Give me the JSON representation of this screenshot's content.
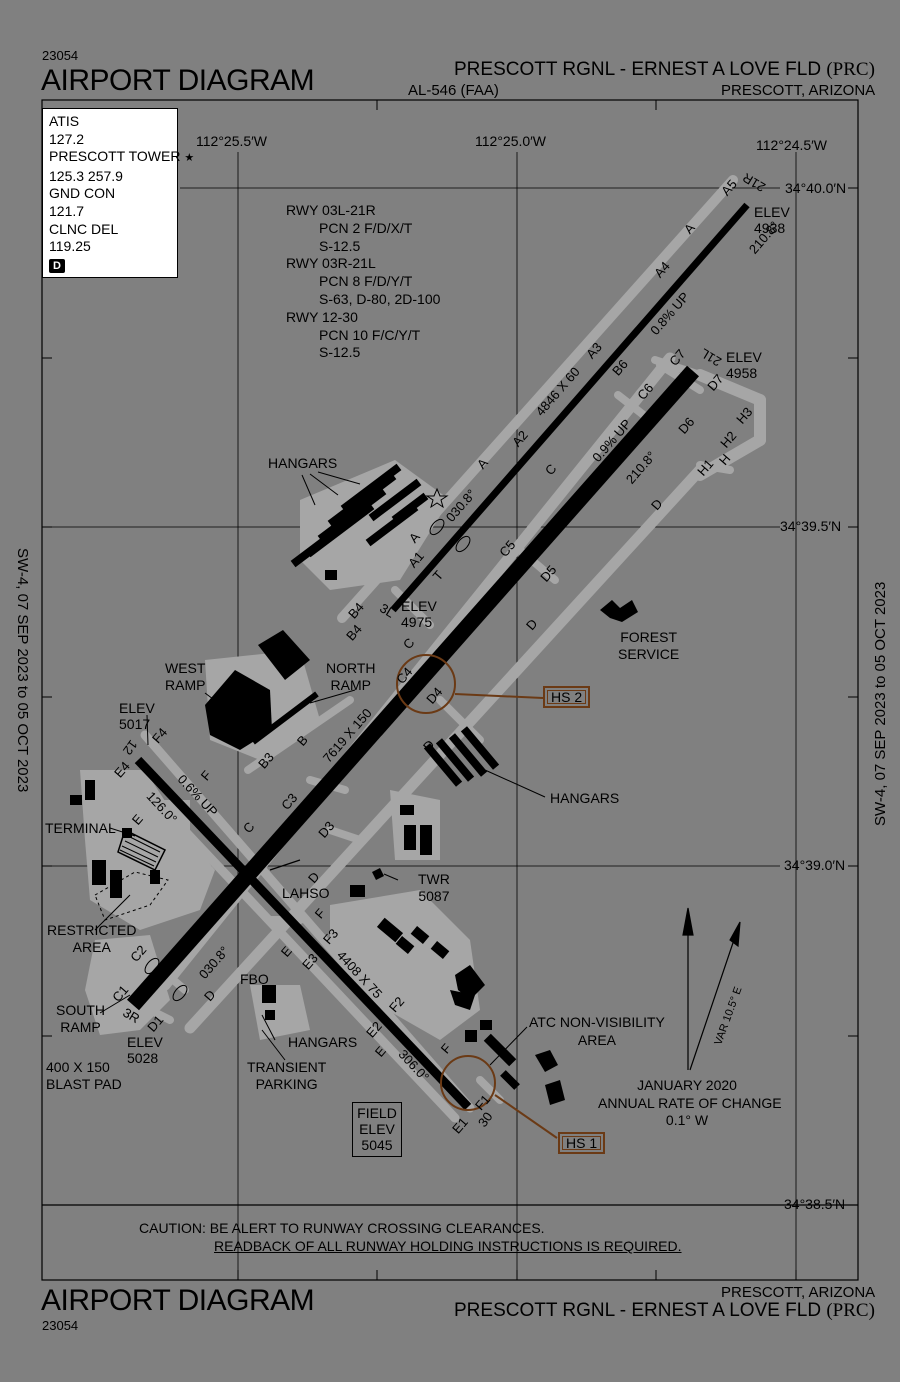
{
  "header": {
    "procedure_number": "23054",
    "diagram_title": "AIRPORT DIAGRAM",
    "airport_name": "PRESCOTT RGNL - ERNEST A LOVE FLD",
    "airport_id": "(PRC)",
    "al_number": "AL-546 (FAA)",
    "location": "PRESCOTT, ARIZONA"
  },
  "footer": {
    "procedure_number": "23054",
    "diagram_title": "AIRPORT DIAGRAM",
    "airport_name": "PRESCOTT RGNL - ERNEST A LOVE FLD",
    "airport_id": "(PRC)",
    "location": "PRESCOTT, ARIZONA"
  },
  "side_text": {
    "left": "SW-4, 07 SEP 2023  to  05 OCT 2023",
    "right": "SW-4, 07 SEP 2023  to  05 OCT 2023"
  },
  "frequencies": {
    "atis_label": "ATIS",
    "atis": "127.2",
    "tower_label": "PRESCOTT TOWER",
    "tower_star": "★",
    "tower": "125.3  257.9",
    "gnd_label": "GND CON",
    "gnd": "121.7",
    "clnc_label": "CLNC DEL",
    "clnc": "119.25",
    "badge": "D"
  },
  "coordinates": {
    "lon_1": "112°25.5′W",
    "lon_2": "112°25.0′W",
    "lon_3": "112°24.5′W",
    "lat_1": "34°40.0′N",
    "lat_2": "34°39.5′N",
    "lat_3": "34°39.0′N",
    "lat_4": "34°38.5′N"
  },
  "runway_info": {
    "r1_name": "RWY 03L-21R",
    "r1_pcn": "PCN 2 F/D/X/T",
    "r1_s": "S-12.5",
    "r2_name": "RWY 03R-21L",
    "r2_pcn": "PCN 8 F/D/Y/T",
    "r2_s": "S-63, D-80, 2D-100",
    "r3_name": "RWY 12-30",
    "r3_pcn": "PCN 10 F/C/Y/T",
    "r3_s": "S-12.5"
  },
  "runways": {
    "r21r": "21R",
    "r21l": "21L",
    "r3l": "3L",
    "r3r": "3R",
    "r12": "12",
    "r30": "30",
    "dim_03l": "4846 X 60",
    "dim_03r": "7619 X 150",
    "dim_12": "4408 X 75",
    "hdg_a": "210.8°",
    "hdg_b": "210.8°",
    "hdg_c": "030.8°",
    "hdg_d": "030.8°",
    "hdg_e": "126.0°",
    "hdg_f": "306.0°",
    "slope_a": "0.8% UP",
    "slope_b": "0.9% UP",
    "slope_c": "0.6% UP"
  },
  "elevations": {
    "elev_word": "ELEV",
    "e4938": "4938",
    "e4958": "4958",
    "e4975": "4975",
    "e5017": "5017",
    "e5028": "5028",
    "field_elev_1": "FIELD",
    "field_elev_2": "ELEV",
    "field_elev_3": "5045"
  },
  "taxiways": {
    "A": "A",
    "A1": "A1",
    "A2": "A2",
    "A3": "A3",
    "A4": "A4",
    "A5": "A5",
    "B": "B",
    "B3": "B3",
    "B4": "B4",
    "B4b": "B4",
    "B6": "B6",
    "C": "C",
    "Cb": "C",
    "Cc": "C",
    "Cd": "C",
    "C1": "C1",
    "C2": "C2",
    "C3": "C3",
    "C4": "C4",
    "C5": "C5",
    "C6": "C6",
    "C7": "C7",
    "D": "D",
    "Db": "D",
    "Dc": "D",
    "Dd": "D",
    "De": "D",
    "D1": "D1",
    "D3": "D3",
    "D4": "D4",
    "D5": "D5",
    "D6": "D6",
    "D7": "D7",
    "E": "E",
    "Eb": "E",
    "Ec": "E",
    "E1": "E1",
    "E2": "E2",
    "E3": "E3",
    "E4": "E4",
    "F": "F",
    "Fb": "F",
    "Fc": "F",
    "F1": "F1",
    "F2": "F2",
    "F3": "F3",
    "F4": "F4",
    "H": "H",
    "H1": "H1",
    "H2": "H2",
    "H3": "H3",
    "T": "T"
  },
  "labels": {
    "hangars_1": "HANGARS",
    "hangars_2": "HANGARS",
    "hangars_3": "HANGARS",
    "west_ramp_1": "WEST",
    "west_ramp_2": "RAMP",
    "north_ramp_1": "NORTH",
    "north_ramp_2": "RAMP",
    "terminal": "TERMINAL",
    "forest_1": "FOREST",
    "forest_2": "SERVICE",
    "restricted_1": "RESTRICTED",
    "restricted_2": "AREA",
    "south_ramp_1": "SOUTH",
    "south_ramp_2": "RAMP",
    "blast_1": "400 X 150",
    "blast_2": "BLAST PAD",
    "lahso": "LAHSO",
    "fbo": "FBO",
    "transient_1": "TRANSIENT",
    "transient_2": "PARKING",
    "twr": "TWR",
    "twr_elev": "5087",
    "atc_1": "ATC NON-VISIBILITY",
    "atc_2": "AREA",
    "hs1": "HS 1",
    "hs2": "HS 2"
  },
  "magnetic": {
    "var": "VAR 10.5° E",
    "rate_1": "JANUARY 2020",
    "rate_2": "ANNUAL RATE OF CHANGE",
    "rate_3": "0.1° W"
  },
  "caution": {
    "line1": "CAUTION: BE ALERT TO RUNWAY CROSSING CLEARANCES.",
    "line2": "READBACK OF ALL RUNWAY HOLDING INSTRUCTIONS IS REQUIRED."
  },
  "colors": {
    "background": "#808080",
    "pavement": "#a6a6a6",
    "runway": "#000000",
    "hot_spot": "#6b3a15"
  }
}
